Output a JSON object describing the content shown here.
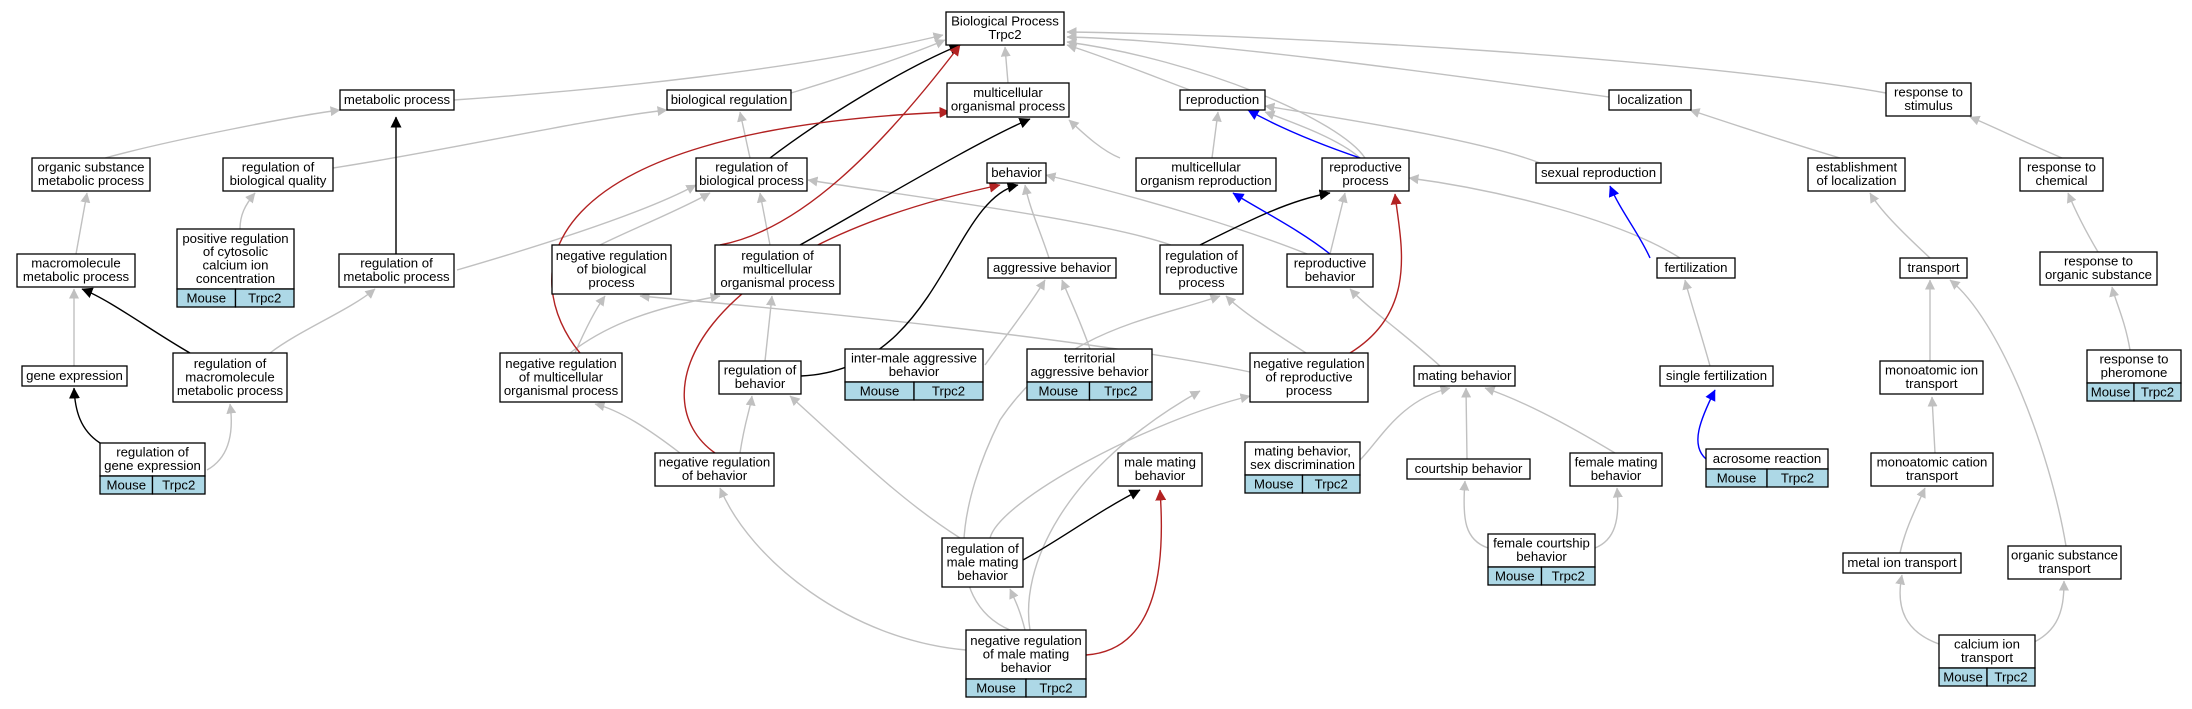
{
  "colors": {
    "is_a": "#c0c0c0",
    "part_of": "#000000",
    "positively_regulates": "#0000ff",
    "negatively_regulates": "#b22222",
    "annotation_fill": "#add8e6"
  },
  "nodes": [
    {
      "id": "bp",
      "lines": [
        "Biological Process",
        "Trpc2"
      ]
    },
    {
      "id": "metabolic",
      "lines": [
        "metabolic process"
      ]
    },
    {
      "id": "bioreg",
      "lines": [
        "biological regulation"
      ]
    },
    {
      "id": "multicell",
      "lines": [
        "multicellular",
        "organismal process"
      ]
    },
    {
      "id": "reproduction",
      "lines": [
        "reproduction"
      ]
    },
    {
      "id": "localization",
      "lines": [
        "localization"
      ]
    },
    {
      "id": "stimulus",
      "lines": [
        "response to",
        "stimulus"
      ]
    },
    {
      "id": "orgsubmet",
      "lines": [
        "organic substance",
        "metabolic process"
      ]
    },
    {
      "id": "regbioqual",
      "lines": [
        "regulation of",
        "biological quality"
      ]
    },
    {
      "id": "regbioproc",
      "lines": [
        "regulation of",
        "biological process"
      ]
    },
    {
      "id": "behavior",
      "lines": [
        "behavior"
      ]
    },
    {
      "id": "multiorgrep",
      "lines": [
        "multicellular",
        "organism reproduction"
      ]
    },
    {
      "id": "repproc",
      "lines": [
        "reproductive",
        "process"
      ]
    },
    {
      "id": "sexrep",
      "lines": [
        "sexual reproduction"
      ]
    },
    {
      "id": "estloc",
      "lines": [
        "establishment",
        "of localization"
      ]
    },
    {
      "id": "respchem",
      "lines": [
        "response to",
        "chemical"
      ]
    },
    {
      "id": "macromet",
      "lines": [
        "macromolecule",
        "metabolic process"
      ]
    },
    {
      "id": "posregcyto",
      "lines": [
        "positive regulation",
        "of cytosolic",
        "calcium ion",
        "concentration"
      ],
      "annotation": [
        "Mouse",
        "Trpc2"
      ]
    },
    {
      "id": "regmet",
      "lines": [
        "regulation of",
        "metabolic process"
      ]
    },
    {
      "id": "negregbio",
      "lines": [
        "negative regulation",
        "of biological",
        "process"
      ]
    },
    {
      "id": "regmulti",
      "lines": [
        "regulation of",
        "multicellular",
        "organismal process"
      ]
    },
    {
      "id": "aggr",
      "lines": [
        "aggressive behavior"
      ]
    },
    {
      "id": "regrep",
      "lines": [
        "regulation of",
        "reproductive",
        "process"
      ]
    },
    {
      "id": "repbeh",
      "lines": [
        "reproductive",
        "behavior"
      ]
    },
    {
      "id": "fert",
      "lines": [
        "fertilization"
      ]
    },
    {
      "id": "transport",
      "lines": [
        "transport"
      ]
    },
    {
      "id": "resporg",
      "lines": [
        "response to",
        "organic substance"
      ]
    },
    {
      "id": "geneexp",
      "lines": [
        "gene expression"
      ]
    },
    {
      "id": "regmacro",
      "lines": [
        "regulation of",
        "macromolecule",
        "metabolic process"
      ]
    },
    {
      "id": "negregmulti",
      "lines": [
        "negative regulation",
        "of multicellular",
        "organismal process"
      ]
    },
    {
      "id": "regbeh",
      "lines": [
        "regulation of",
        "behavior"
      ]
    },
    {
      "id": "intermale",
      "lines": [
        "inter-male aggressive",
        "behavior"
      ],
      "annotation": [
        "Mouse",
        "Trpc2"
      ]
    },
    {
      "id": "territorial",
      "lines": [
        "territorial",
        "aggressive behavior"
      ],
      "annotation": [
        "Mouse",
        "Trpc2"
      ]
    },
    {
      "id": "negregrep",
      "lines": [
        "negative regulation",
        "of reproductive",
        "process"
      ]
    },
    {
      "id": "mating",
      "lines": [
        "mating behavior"
      ]
    },
    {
      "id": "singlefert",
      "lines": [
        "single fertilization"
      ]
    },
    {
      "id": "monoion",
      "lines": [
        "monoatomic ion",
        "transport"
      ]
    },
    {
      "id": "pheromone",
      "lines": [
        "response to",
        "pheromone"
      ],
      "annotation": [
        "Mouse",
        "Trpc2"
      ]
    },
    {
      "id": "reggeneexp",
      "lines": [
        "regulation of",
        "gene expression"
      ],
      "annotation": [
        "Mouse",
        "Trpc2"
      ]
    },
    {
      "id": "negregbeh",
      "lines": [
        "negative regulation",
        "of behavior"
      ]
    },
    {
      "id": "malemating",
      "lines": [
        "male mating",
        "behavior"
      ]
    },
    {
      "id": "matingsex",
      "lines": [
        "mating behavior,",
        "sex discrimination"
      ],
      "annotation": [
        "Mouse",
        "Trpc2"
      ]
    },
    {
      "id": "courtship",
      "lines": [
        "courtship behavior"
      ]
    },
    {
      "id": "femalemating",
      "lines": [
        "female mating",
        "behavior"
      ]
    },
    {
      "id": "acrosome",
      "lines": [
        "acrosome reaction"
      ],
      "annotation": [
        "Mouse",
        "Trpc2"
      ]
    },
    {
      "id": "monocation",
      "lines": [
        "monoatomic cation",
        "transport"
      ]
    },
    {
      "id": "regmalemating",
      "lines": [
        "regulation of",
        "male mating",
        "behavior"
      ]
    },
    {
      "id": "femalecourt",
      "lines": [
        "female courtship",
        "behavior"
      ],
      "annotation": [
        "Mouse",
        "Trpc2"
      ]
    },
    {
      "id": "metalion",
      "lines": [
        "metal ion transport"
      ]
    },
    {
      "id": "orgsubtrans",
      "lines": [
        "organic substance",
        "transport"
      ]
    },
    {
      "id": "negregmalemating",
      "lines": [
        "negative regulation",
        "of male mating",
        "behavior"
      ],
      "annotation": [
        "Mouse",
        "Trpc2"
      ]
    },
    {
      "id": "calcium",
      "lines": [
        "calcium ion",
        "transport"
      ],
      "annotation": [
        "Mouse",
        "Trpc2"
      ]
    }
  ]
}
